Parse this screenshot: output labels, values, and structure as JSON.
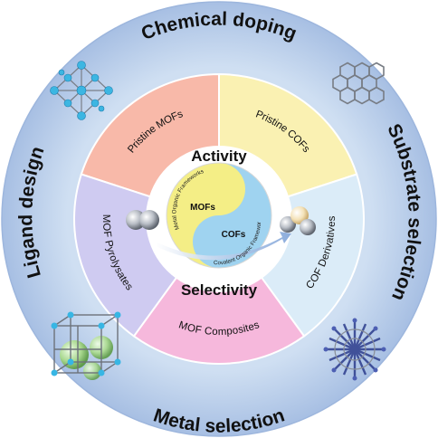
{
  "outer_ring": {
    "top": "Chemical doping",
    "right": "Substrate selection",
    "bottom": "Metal selection",
    "left": "Ligand design"
  },
  "segments": [
    {
      "label": "Pristine MOFs",
      "color": "#f8b9a9"
    },
    {
      "label": "Pristine COFs",
      "color": "#faf1b2"
    },
    {
      "label": "COF Derivatives",
      "color": "#dbecf8"
    },
    {
      "label": "MOF Composites",
      "color": "#f6b8dc"
    },
    {
      "label": "MOF Pyrolysates",
      "color": "#cfcbf1"
    }
  ],
  "core": {
    "top": "Activity",
    "bottom": "Selectivity",
    "mofs": "MOFs",
    "cofs": "COFs",
    "mof_full": "Metal Organic Frameworks",
    "cof_full": "Covalent Organic Frameworks"
  },
  "colors": {
    "outer_ring": "#c6d7ee",
    "outer_ring_dark": "#a9c0e2",
    "yellow_lobe": "#f4ee86",
    "blue_lobe": "#9fd3f0"
  },
  "icons": [
    "porous-mof-crystal-icon",
    "graphene-sheet-icon",
    "cof-star-framework-icon",
    "cubic-mof-cage-icon",
    "molecule-icon"
  ]
}
